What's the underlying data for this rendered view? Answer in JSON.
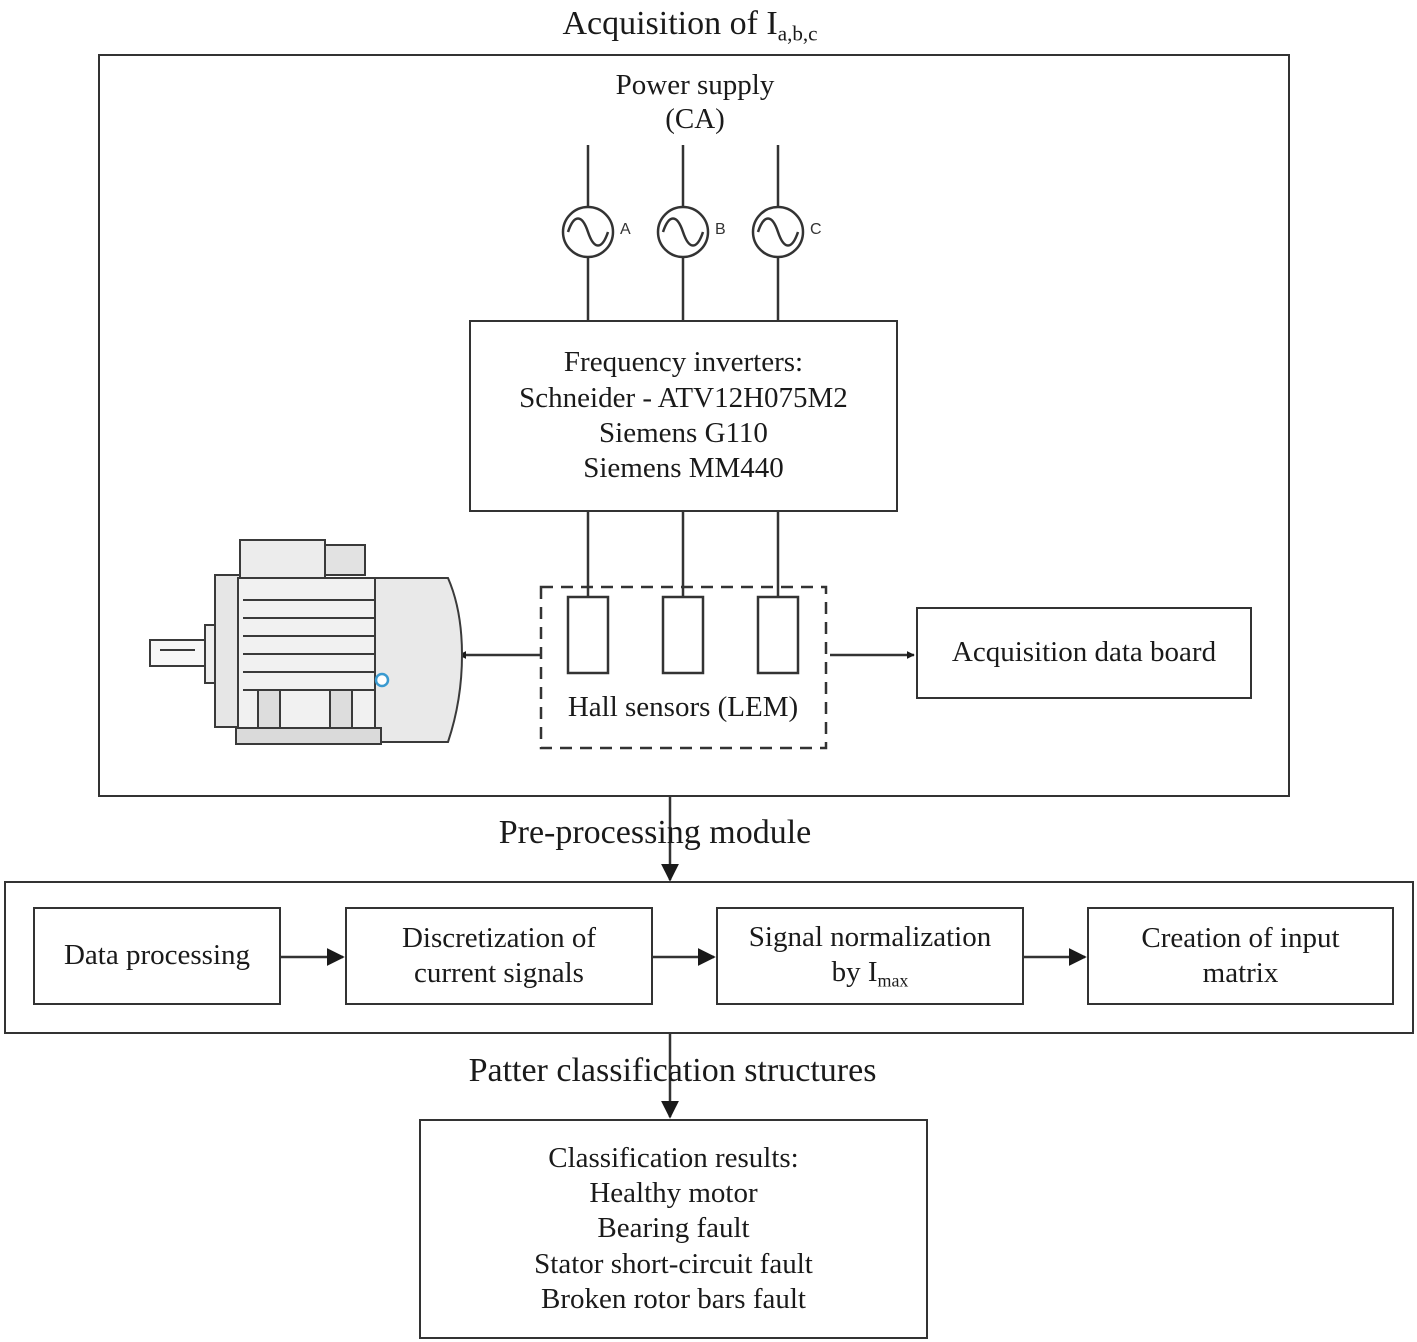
{
  "acquisition": {
    "title_main": "Acquisition of  I",
    "title_sub": "a,b,c",
    "power_supply_line1": "Power supply",
    "power_supply_line2": "(CA)",
    "phases": [
      "A",
      "B",
      "C"
    ],
    "inverters": [
      "Frequency inverters:",
      "Schneider - ATV12H075M2",
      "Siemens G110",
      "Siemens MM440"
    ],
    "hall_sensors": "Hall sensors (LEM)",
    "acquisition_board": "Acquisition data board"
  },
  "preprocessing": {
    "title": "Pre-processing module",
    "steps": [
      {
        "line1": "Data processing",
        "line2": "",
        "line2_sub": ""
      },
      {
        "line1": "Discretization of",
        "line2": "current signals",
        "line2_sub": ""
      },
      {
        "line1": "Signal normalization",
        "line2": "by I",
        "line2_sub": "max"
      },
      {
        "line1": "Creation of input",
        "line2": "matrix",
        "line2_sub": ""
      }
    ]
  },
  "classification": {
    "title": "Patter classification structures",
    "results": [
      "Classification results:",
      "Healthy motor",
      "Bearing fault",
      "Stator short-circuit fault",
      "Broken rotor bars fault"
    ]
  },
  "colors": {
    "line": "#333333",
    "text": "#1a1a1a",
    "background": "#ffffff"
  },
  "icons": [
    "ac-source-icon",
    "hall-sensor-icon",
    "electric-motor-icon",
    "arrow-icon"
  ]
}
